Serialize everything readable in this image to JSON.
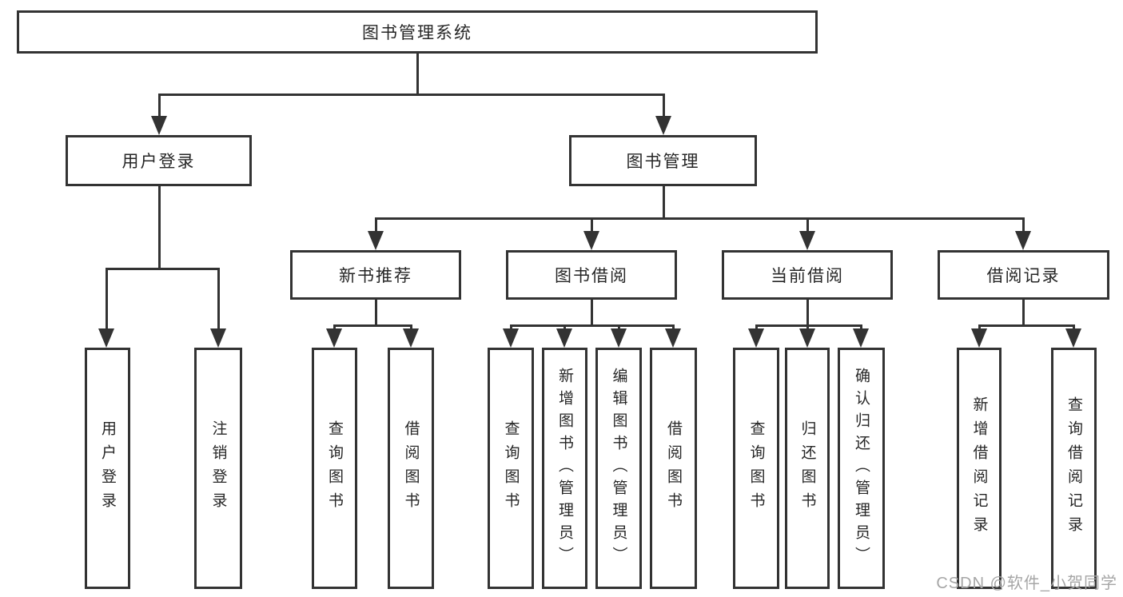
{
  "diagram": {
    "root": "图书管理系统",
    "level2": [
      "用户登录",
      "图书管理"
    ],
    "level3": [
      "新书推荐",
      "图书借阅",
      "当前借阅",
      "借阅记录"
    ],
    "leaves": {
      "user_login": [
        "用户登录",
        "注销登录"
      ],
      "new_book": [
        "查询图书",
        "借阅图书"
      ],
      "book_borrow": [
        "查询图书",
        "新增图书（管理员）",
        "编辑图书（管理员）",
        "借阅图书"
      ],
      "current_borrow": [
        "查询图书",
        "归还图书",
        "确认归还（管理员）"
      ],
      "borrow_record": [
        "新增借阅记录",
        "查询借阅记录"
      ]
    }
  },
  "watermark": "CSDN @软件_小贺同学",
  "colors": {
    "line": "#333333",
    "text": "#262626",
    "watermark": "#a6a6a6",
    "background": "#ffffff"
  }
}
